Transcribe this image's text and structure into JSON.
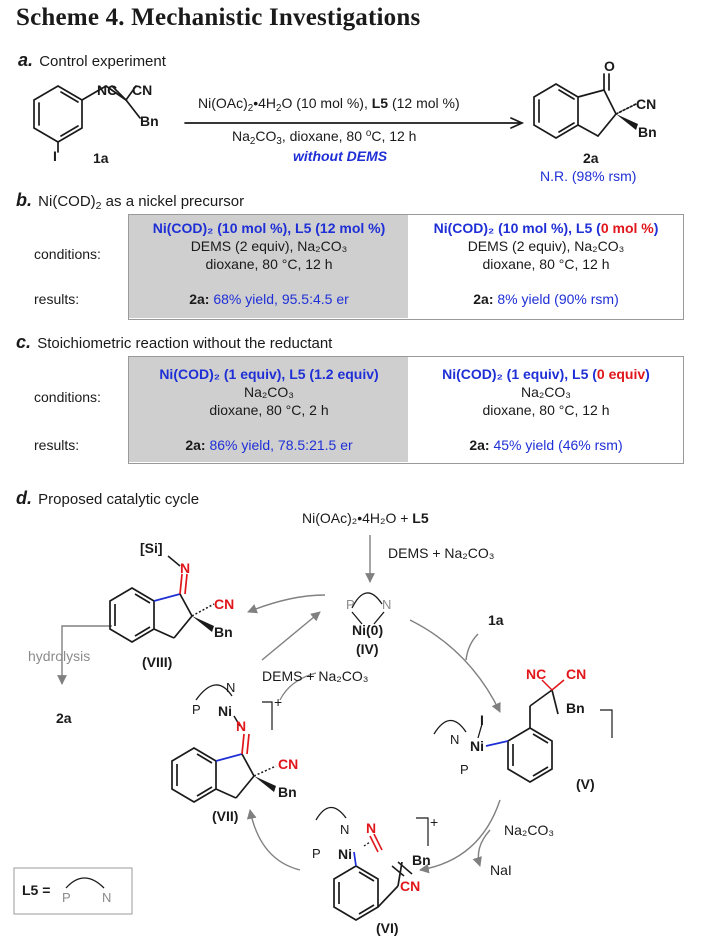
{
  "title": "Scheme 4. Mechanistic Investigations",
  "section_a": {
    "letter": "a.",
    "heading": "Control experiment",
    "cond_line1_pre": "Ni(OAc)",
    "cond_line1_sub": "2",
    "cond_line1_mid": "•4H",
    "cond_line1_sub2": "2",
    "cond_line1_post": "O (10 mol %), ",
    "cond_line1_ligand": "L5",
    "cond_line1_end": " (12 mol %)",
    "cond_line2_pre": "Na",
    "cond_line2_sub": "2",
    "cond_line2_post": "CO",
    "cond_line2_sub2": "3",
    "cond_line2_end": ", dioxane, 80 ",
    "cond_line2_sup": "o",
    "cond_line2_tail": "C, 12 h",
    "cond_line3": "without DEMS",
    "substrate_label": "1a",
    "product_label": "2a",
    "product_result": "N.R. (98% rsm)"
  },
  "section_b": {
    "letter": "b.",
    "heading_pre": "Ni(COD)",
    "heading_sub": "2",
    "heading_post": " as a nickel precursor",
    "row_conditions": "conditions:",
    "row_results": "results:",
    "col1_head": "Ni(COD)₂ (10 mol %), L5 (12 mol %)",
    "col1_l2": "DEMS (2 equiv), Na₂CO₃",
    "col1_l3": "dioxane, 80 °C, 12 h",
    "col1_res_label": "2a:",
    "col1_res": " 68% yield, 95.5:4.5 er",
    "col2_head_a": "Ni(COD)₂ (10 mol %), L5 (",
    "col2_head_b": "0 mol %",
    "col2_head_c": ")",
    "col2_l2": "DEMS (2 equiv), Na₂CO₃",
    "col2_l3": "dioxane, 80 °C, 12 h",
    "col2_res_label": "2a:",
    "col2_res": " 8% yield (90% rsm)"
  },
  "section_c": {
    "letter": "c.",
    "heading": "Stoichiometric reaction without the reductant",
    "row_conditions": "conditions:",
    "row_results": "results:",
    "col1_head": "Ni(COD)₂ (1 equiv), L5 (1.2 equiv)",
    "col1_l2": "Na₂CO₃",
    "col1_l3": "dioxane, 80 °C, 2 h",
    "col1_res_label": "2a:",
    "col1_res": " 86% yield, 78.5:21.5 er",
    "col2_head_a": "Ni(COD)₂ (1 equiv), L5 (",
    "col2_head_b": "0 equiv",
    "col2_head_c": ")",
    "col2_l2": "Na₂CO₃",
    "col2_l3": "dioxane, 80 °C, 12 h",
    "col2_res_label": "2a:",
    "col2_res": " 45% yield (46% rsm)"
  },
  "section_d": {
    "letter": "d.",
    "heading": "Proposed catalytic cycle",
    "precursor": "Ni(OAc)₂•4H₂O  +  ",
    "precursor_ligand": "L5",
    "activation": "DEMS + Na₂CO₃",
    "ni0": "Ni(0)",
    "label_IV": "(IV)",
    "reagent_1a": "1a",
    "label_V": "(V)",
    "base_in": "Na₂CO₃",
    "salt_out": "NaI",
    "label_VI": "(VI)",
    "label_VII": "(VII)",
    "label_VIII": "(VIII)",
    "regen": "DEMS + Na₂CO₃",
    "hydrolysis": "hydrolysis",
    "hydrolysis_product": "2a",
    "si_group": "[Si]",
    "charge": "+",
    "legend_label": "L5 =",
    "atom_P": "P",
    "atom_N": "N",
    "atom_Ni": "Ni",
    "atom_I": "I",
    "group_CN": "CN",
    "group_NC": "NC",
    "group_Bn": "Bn"
  },
  "colors": {
    "blue": "#1f2fd6",
    "red": "#e0161b",
    "shade": "#cfcfcf",
    "gray": "#8b8b8b"
  }
}
